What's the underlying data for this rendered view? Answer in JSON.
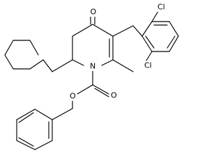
{
  "labels": {
    "o_ketone": "O",
    "cl_top": "Cl",
    "cl_bottom": "Cl",
    "n_ring": "N",
    "o_carbonyl": "O",
    "o_ester": "O"
  },
  "colors": {
    "bond": "#000000",
    "background": "#ffffff"
  }
}
